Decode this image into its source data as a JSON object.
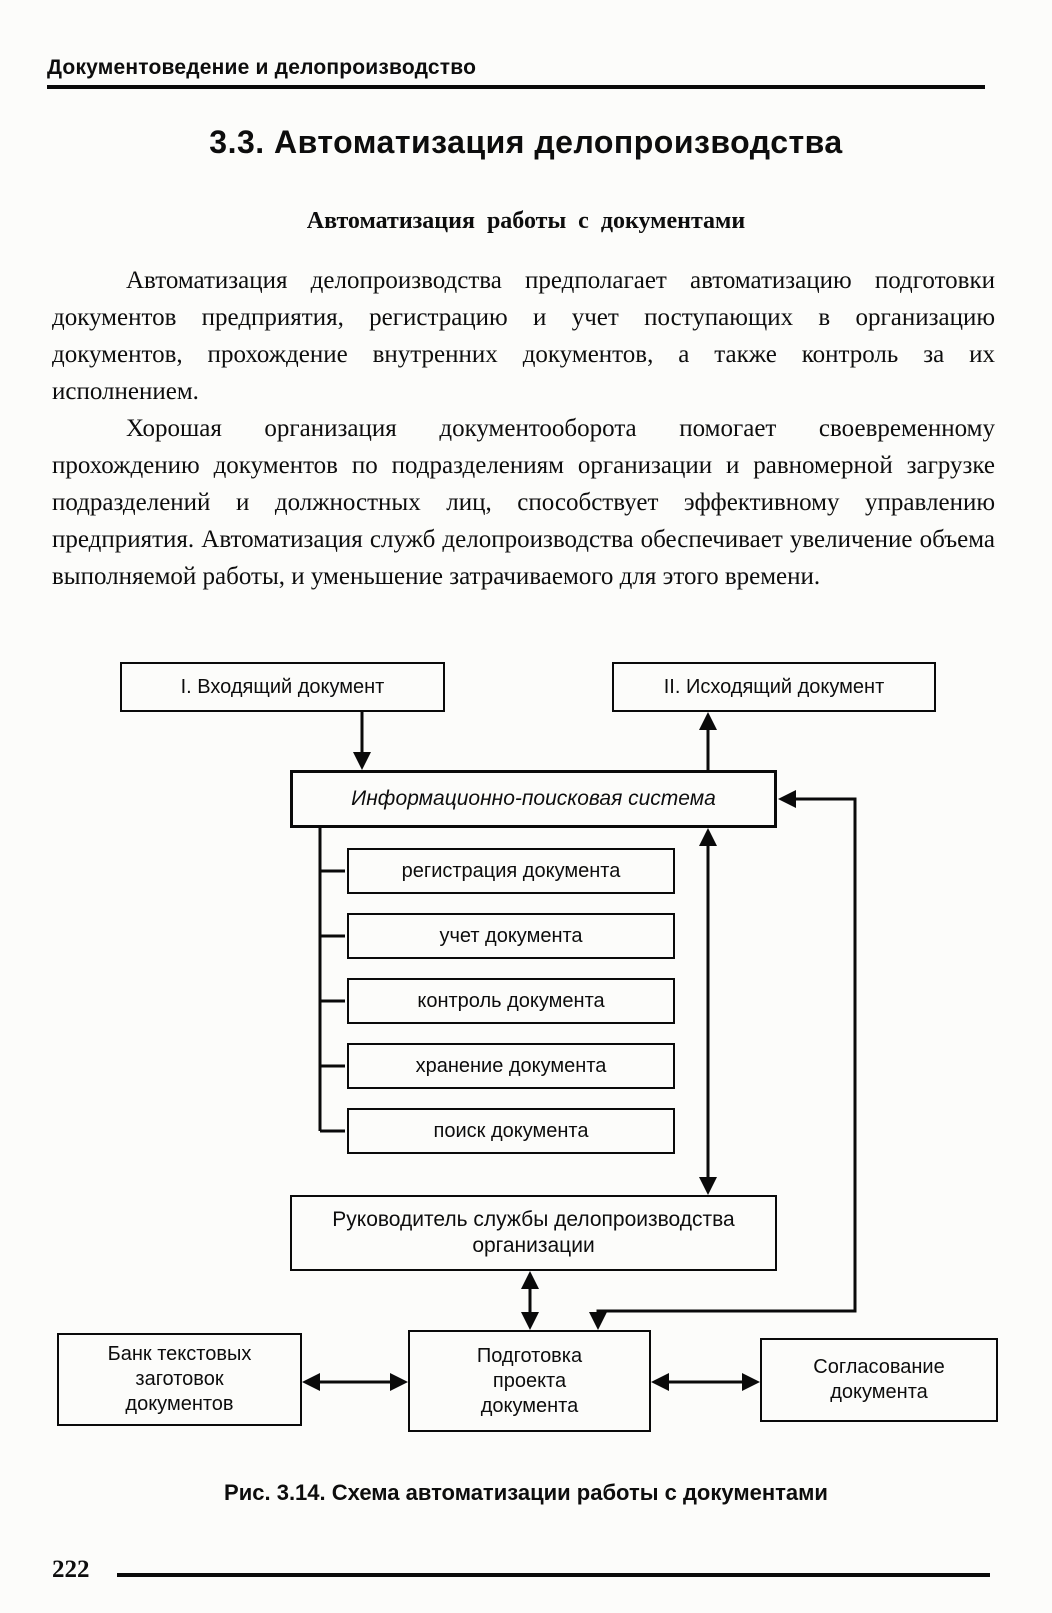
{
  "page": {
    "running_head": "Документоведение и делопроизводство",
    "section_title": "3.3. Автоматизация делопроизводства",
    "subtitle": "Автоматизация работы с документами",
    "paragraphs": [
      "Автоматизация делопроизводства предполагает автоматизацию подготовки документов предприятия, регистрацию и учет поступающих в организацию документов, прохождение внутренних документов, а также контроль за их исполнением.",
      "Хорошая организация документооборота помогает своевременному прохождению документов по подразделениям организации и равномерной загрузке подразделений и должностных лиц, способствует эффективному управлению предприятия. Автоматизация служб делопроизводства обеспечивает увеличение объема выполняемой работы, и уменьшение затрачиваемого для этого времени."
    ],
    "figure_caption": "Рис. 3.14. Схема автоматизации работы с документами",
    "page_number": "222"
  },
  "diagram": {
    "incoming": "I. Входящий документ",
    "outgoing": "II. Исходящий документ",
    "ips": "Информационно-поисковая система",
    "functions": [
      "регистрация документа",
      "учет документа",
      "контроль документа",
      "хранение документа",
      "поиск документа"
    ],
    "head": "Руководитель службы делопроизводства\nорганизации",
    "bank": "Банк текстовых\nзаготовок\nдокументов",
    "draft": "Подготовка\nпроекта\nдокумента",
    "approval": "Согласование\nдокумента"
  }
}
